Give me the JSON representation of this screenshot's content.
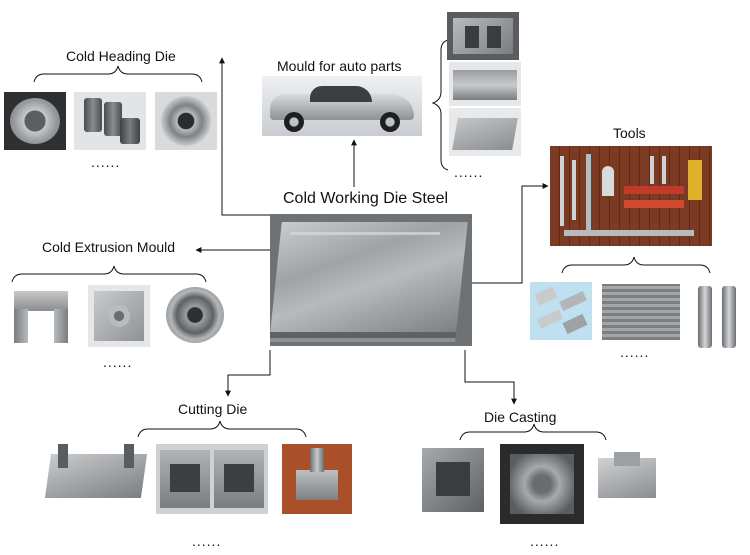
{
  "center": {
    "title": "Cold Working Die Steel"
  },
  "branches": {
    "cold_heading": {
      "label": "Cold Heading Die",
      "more": "......"
    },
    "auto_parts": {
      "label": "Mould for auto parts",
      "more": "......"
    },
    "tools": {
      "label": "Tools",
      "more": "......"
    },
    "cold_extrusion": {
      "label": "Cold Extrusion Mould",
      "more": "......"
    },
    "cutting": {
      "label": "Cutting Die",
      "more": "......"
    },
    "die_casting": {
      "label": "Die Casting",
      "more": "......"
    }
  },
  "colors": {
    "line": "#111111",
    "steel": "#9fa3a6",
    "background": "#ffffff"
  }
}
